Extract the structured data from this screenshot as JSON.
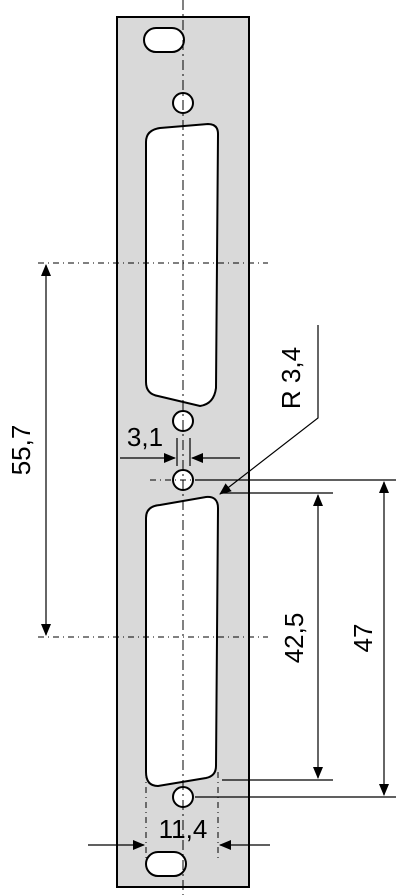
{
  "dimensions": {
    "height_overall": "55,7",
    "hole_offset": "3,1",
    "radius": "R 3,4",
    "connector_height": "42,5",
    "hole_pitch": "47",
    "bottom_width": "11,4"
  },
  "colors": {
    "panel_fill": "#d9d9d9",
    "line": "#000000",
    "cutout": "#ffffff"
  }
}
